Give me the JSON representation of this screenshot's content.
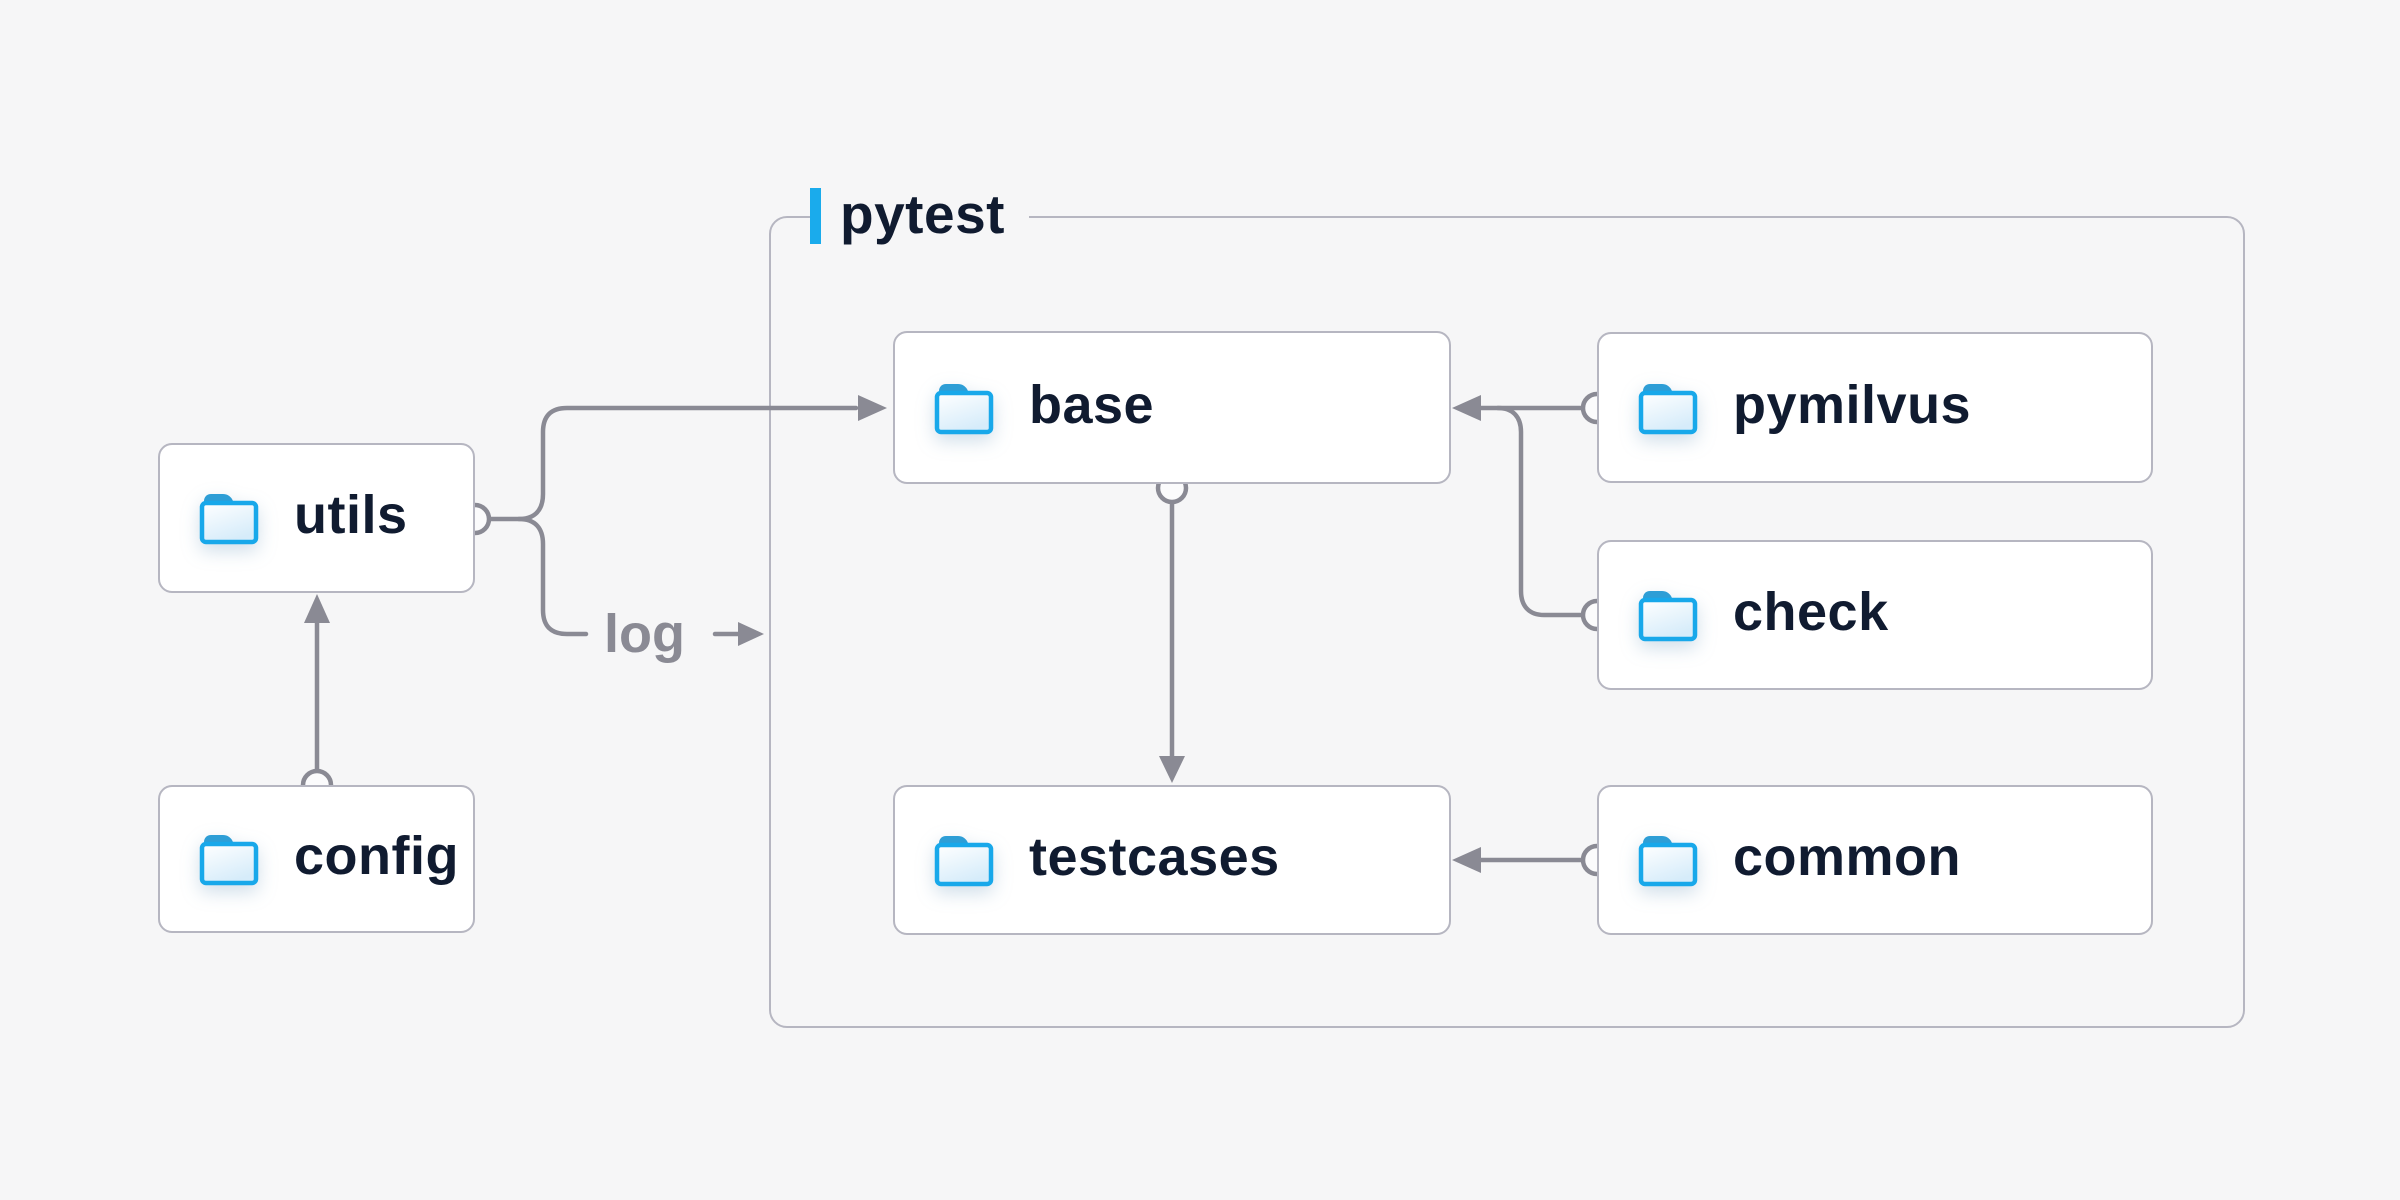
{
  "diagram": {
    "container": {
      "label": "pytest"
    },
    "nodes": [
      {
        "id": "utils",
        "label": "utils",
        "icon": "folder-icon"
      },
      {
        "id": "config",
        "label": "config",
        "icon": "folder-icon"
      },
      {
        "id": "base",
        "label": "base",
        "icon": "folder-icon"
      },
      {
        "id": "pymilvus",
        "label": "pymilvus",
        "icon": "folder-icon"
      },
      {
        "id": "check",
        "label": "check",
        "icon": "folder-icon"
      },
      {
        "id": "testcases",
        "label": "testcases",
        "icon": "folder-icon"
      },
      {
        "id": "common",
        "label": "common",
        "icon": "folder-icon"
      }
    ],
    "edges": [
      {
        "from": "config",
        "to": "utils"
      },
      {
        "from": "utils",
        "to": "base"
      },
      {
        "from": "utils",
        "to": "pytest",
        "label": "log"
      },
      {
        "from": "pymilvus",
        "to": "base"
      },
      {
        "from": "check",
        "to": "base"
      },
      {
        "from": "base",
        "to": "testcases"
      },
      {
        "from": "common",
        "to": "testcases"
      }
    ],
    "edge_label": {
      "text": "log"
    },
    "colors": {
      "background": "#f6f6f7",
      "node_fill": "#ffffff",
      "node_border": "#b6b6c1",
      "line": "#8a8a94",
      "text": "#101b30",
      "accent_blue": "#1aabec",
      "edge_label_gray": "#8a8a94"
    }
  }
}
